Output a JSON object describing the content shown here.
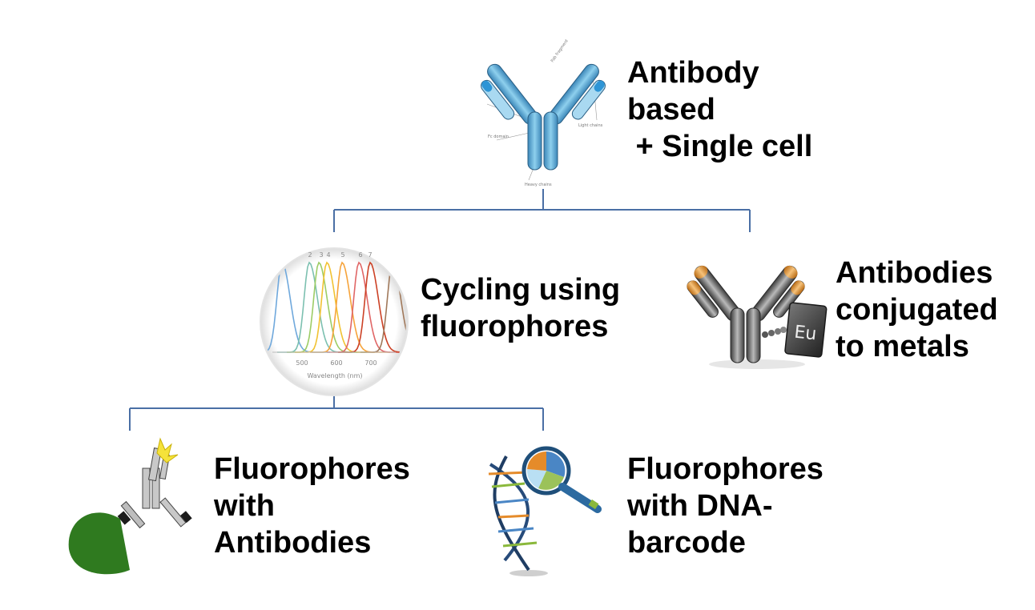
{
  "nodes": {
    "root": {
      "label": "Antibody\nbased\n + Single cell"
    },
    "cycling": {
      "label": "Cycling using\nfluorophores"
    },
    "metals": {
      "label": "Antibodies\nconjugated\nto metals"
    },
    "fluor_antibodies": {
      "label": "Fluorophores\nwith\nAntibodies"
    },
    "fluor_dna": {
      "label": "Fluorophores\nwith DNA-\nbarcode"
    }
  },
  "spectrum": {
    "peak_numbers": [
      "2",
      "3",
      "4",
      "5",
      "6",
      "7"
    ],
    "x_ticks": [
      "500",
      "600",
      "700"
    ],
    "xlabel": "Wavelength (nm)"
  },
  "metal_tag": {
    "symbol": "Eu"
  },
  "colors": {
    "connector": "#4a6fa5",
    "antibody_blue": "#5aa7d6",
    "antibody_orange": "#e8952e",
    "metal_grey": "#555555",
    "cell_green": "#2f7a1f",
    "fluorophore_yellow": "#f5e23a"
  }
}
